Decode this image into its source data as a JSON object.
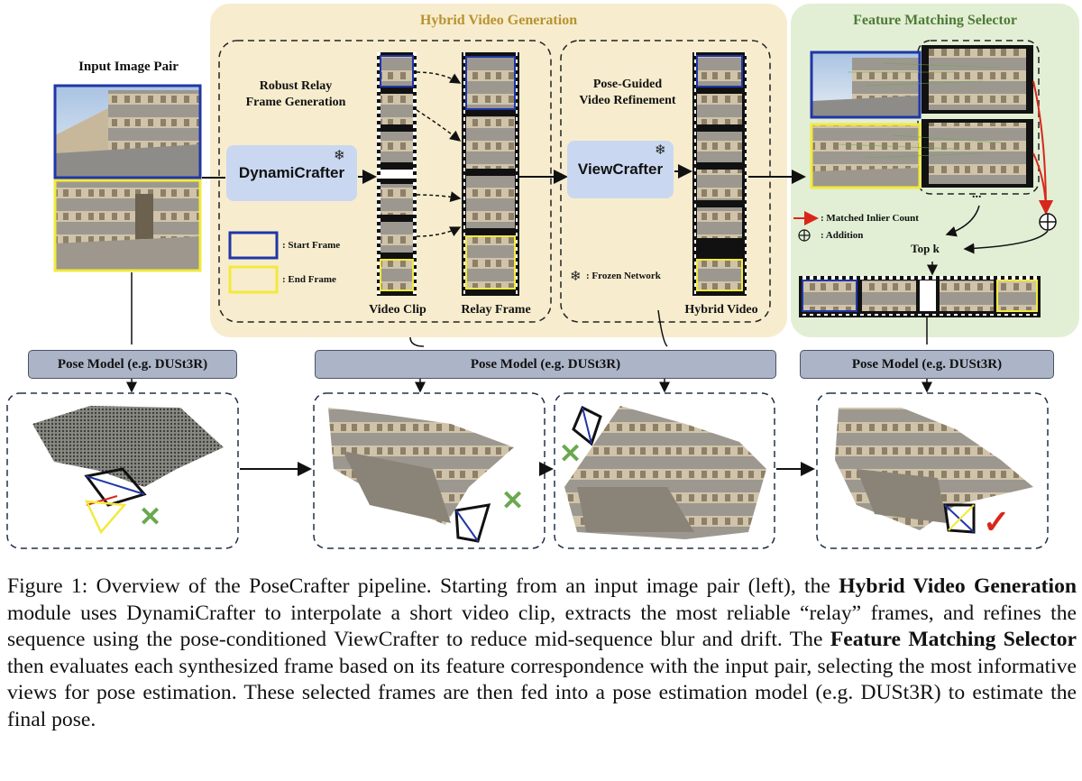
{
  "input": {
    "title": "Input Image Pair"
  },
  "hybrid": {
    "title": "Hybrid Video Generation",
    "relay_title_line1": "Robust Relay",
    "relay_title_line2": "Frame Generation",
    "dynamicrafter": "DynamiCrafter",
    "legend_start": ": Start Frame",
    "legend_end": ": End Frame",
    "video_clip": "Video Clip",
    "relay_frame": "Relay Frame",
    "refine_line1": "Pose-Guided",
    "refine_line2": "Video Refinement",
    "viewcrafter": "ViewCrafter",
    "frozen": ": Frozen Network",
    "hybrid_video": "Hybrid Video",
    "ellipsis": "..."
  },
  "selector": {
    "title": "Feature Matching Selector",
    "matched_inlier": ": Matched Inlier Count",
    "addition": ": Addition",
    "topk": "Top k",
    "ellipsis": "...",
    "plus_symbol": "⊕"
  },
  "pose_model": {
    "left": "Pose Model (e.g. DUSt3R)",
    "middle": "Pose Model (e.g. DUSt3R)",
    "right": "Pose Model (e.g. DUSt3R)"
  },
  "results": {
    "cross": "✕",
    "check": "✓"
  },
  "icons": {
    "frozen": "❄"
  },
  "colors": {
    "hybrid_bg": "#f7edce",
    "selector_bg": "#e2efd5",
    "start_frame": "#1f36a8",
    "end_frame": "#f2ea3c",
    "net_box": "#c9d8f0",
    "pose_bar": "#acb5c7",
    "cross": "#6aa84f",
    "check": "#d9261c",
    "arrow_red": "#d9261c"
  },
  "caption": {
    "p1": "Figure 1: Overview of the PoseCrafter pipeline. Starting from an input image pair (left), the ",
    "b1": "Hybrid Video Generation",
    "p2": " module uses DynamiCrafter to interpolate a short video clip, extracts the most reliable “relay” frames, and refines the sequence using the pose-conditioned ViewCrafter to reduce mid-sequence blur and drift. The ",
    "b2": "Feature Matching Selector",
    "p3": " then evaluates each synthesized frame based on its feature correspondence with the input pair, selecting the most informative views for pose estimation. These selected frames are then fed into a pose estimation model (e.g. DUSt3R) to estimate the final pose."
  }
}
